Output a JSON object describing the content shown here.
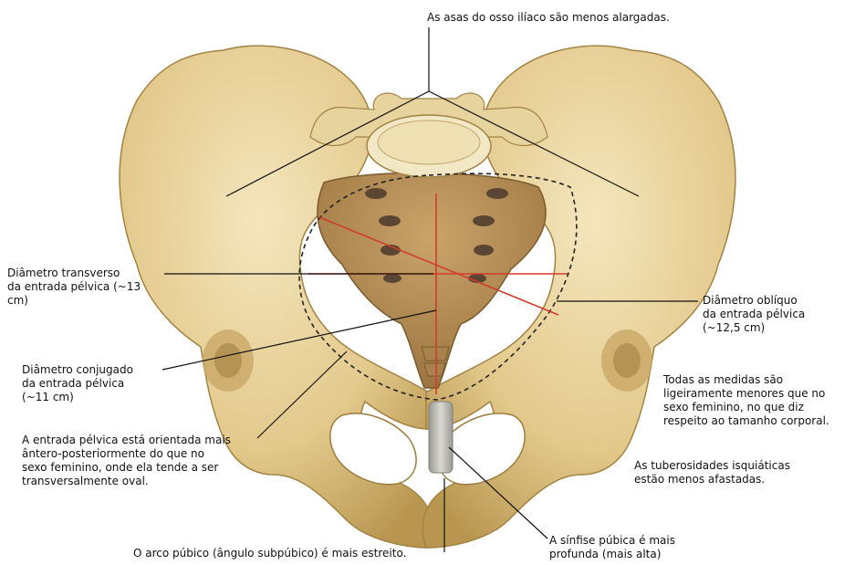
{
  "labels": {
    "iliac_wings": "As asas do osso ilíaco são menos alargadas.",
    "transverse_diameter": "Diâmetro transverso\nda entrada pélvica (~13\ncm)",
    "oblique_diameter": "Diâmetro oblíquo\nda entrada pélvica\n(~12,5 cm)",
    "conjugate_diameter": "Diâmetro conjugado\nda entrada pélvica\n(~11 cm)",
    "inlet_orientation": "A entrada pélvica está orientada mais\nântero-posteriormente do que no\nsexo feminino, onde ela tende a ser\ntransversalmente oval.",
    "smaller_measures": "Todas as medidas são\nligeiramente menores que no\nsexo feminino, no que diz\nrespeito ao tamanho corporal.",
    "ischial_tuberosities": "As tuberosidades isquiáticas\nestão menos afastadas.",
    "pubic_arch": "O arco púbico (ângulo subpúbico) é mais estreito.",
    "pubic_symphysis": "A sínfise púbica é mais\nprofunda (mais alta)"
  },
  "colors": {
    "bone": "#e6cf94",
    "bone_shadow": "#b99a55",
    "sacrum": "#b38d55",
    "foramen": "#5a4632",
    "measure_line": "#d23b2b",
    "leader_line": "#111111",
    "cartilage": "#c8c8c0"
  }
}
